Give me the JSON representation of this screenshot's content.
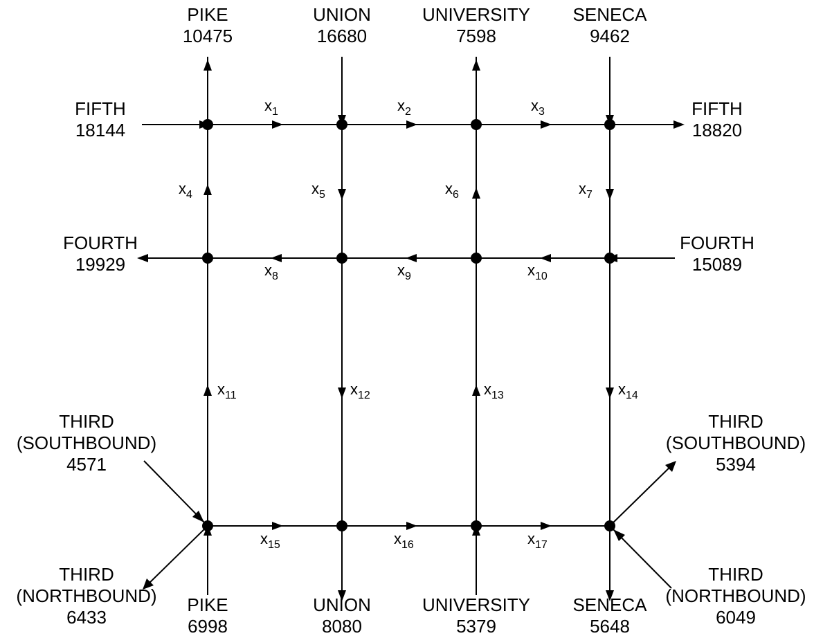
{
  "colors": {
    "line": "#000000",
    "background": "#ffffff"
  },
  "labels": {
    "pike_top": [
      "PIKE",
      "10475"
    ],
    "union_top": [
      "UNION",
      "16680"
    ],
    "university_top": [
      "UNIVERSITY",
      "7598"
    ],
    "seneca_top": [
      "SENECA",
      "9462"
    ],
    "fifth_left": [
      "FIFTH",
      "18144"
    ],
    "fifth_right": [
      "FIFTH",
      "18820"
    ],
    "fourth_left": [
      "FOURTH",
      "19929"
    ],
    "fourth_right": [
      "FOURTH",
      "15089"
    ],
    "third_sb_left": [
      "THIRD",
      "(SOUTHBOUND)",
      "4571"
    ],
    "third_sb_right": [
      "THIRD",
      "(SOUTHBOUND)",
      "5394"
    ],
    "third_nb_left": [
      "THIRD",
      "(NORTHBOUND)",
      "6433"
    ],
    "third_nb_right": [
      "THIRD",
      "(NORTHBOUND)",
      "6049"
    ],
    "pike_bottom": [
      "PIKE",
      "6998"
    ],
    "union_bottom": [
      "UNION",
      "8080"
    ],
    "university_bottom": [
      "UNIVERSITY",
      "5379"
    ],
    "seneca_bottom": [
      "SENECA",
      "5648"
    ]
  },
  "variables": {
    "x1": {
      "base": "x",
      "sub": "1"
    },
    "x2": {
      "base": "x",
      "sub": "2"
    },
    "x3": {
      "base": "x",
      "sub": "3"
    },
    "x4": {
      "base": "x",
      "sub": "4"
    },
    "x5": {
      "base": "x",
      "sub": "5"
    },
    "x6": {
      "base": "x",
      "sub": "6"
    },
    "x7": {
      "base": "x",
      "sub": "7"
    },
    "x8": {
      "base": "x",
      "sub": "8"
    },
    "x9": {
      "base": "x",
      "sub": "9"
    },
    "x10": {
      "base": "x",
      "sub": "10"
    },
    "x11": {
      "base": "x",
      "sub": "11"
    },
    "x12": {
      "base": "x",
      "sub": "12"
    },
    "x13": {
      "base": "x",
      "sub": "13"
    },
    "x14": {
      "base": "x",
      "sub": "14"
    },
    "x15": {
      "base": "x",
      "sub": "15"
    },
    "x16": {
      "base": "x",
      "sub": "16"
    },
    "x17": {
      "base": "x",
      "sub": "17"
    }
  }
}
